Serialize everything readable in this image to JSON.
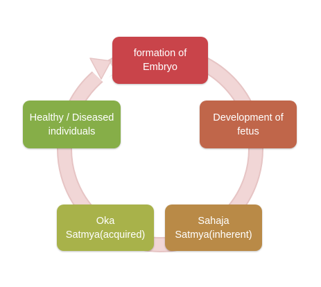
{
  "diagram": {
    "type": "cycle",
    "ring_color": "#F1D6D6",
    "ring_edge_color": "#E6C4C4",
    "nodes": [
      {
        "label": "formation of\nEmbryo",
        "color": "#C9444A"
      },
      {
        "label": "Development of\nfetus",
        "color": "#C0664A"
      },
      {
        "label": "Sahaja\nSatmya(inherent)",
        "color": "#B98A47"
      },
      {
        "label": "Oka\nSatmya(acquired)",
        "color": "#A8B24A"
      },
      {
        "label": "Healthy / Diseased\nindividuals",
        "color": "#86AE48"
      }
    ]
  }
}
